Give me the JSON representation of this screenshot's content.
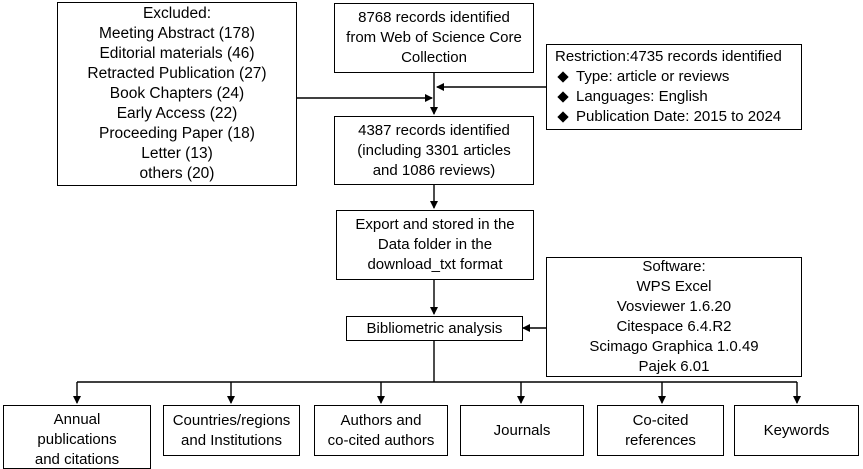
{
  "excluded": {
    "title": "Excluded:",
    "items": [
      "Meeting Abstract (178)",
      "Editorial materials (46)",
      "Retracted Publication (27)",
      "Book Chapters (24)",
      "Early Access (22)",
      "Proceeding Paper (18)",
      "Letter (13)",
      "others (20)"
    ]
  },
  "wos": {
    "lines": [
      "8768 records identified",
      "from Web of Science Core",
      "Collection"
    ]
  },
  "restriction": {
    "title": "Restriction:4735 records identified",
    "bullet_icon": "diamond-bullet-icon",
    "items": [
      "Type: article or reviews",
      "Languages: English",
      "Publication Date: 2015 to 2024"
    ]
  },
  "identified": {
    "lines": [
      "4387 records identified",
      "(including 3301 articles",
      "and 1086 reviews)"
    ]
  },
  "export": {
    "lines": [
      "Export and stored in the",
      "Data folder in the",
      "download_txt format"
    ]
  },
  "software": {
    "title": "Software:",
    "items": [
      "WPS Excel",
      "Vosviewer 1.6.20",
      "Citespace 6.4.R2",
      "Scimago Graphica 1.0.49",
      "Pajek 6.01"
    ]
  },
  "analysis": {
    "label": "Bibliometric analysis"
  },
  "outputs": [
    {
      "lines": [
        "Annual",
        "publications",
        "and citations"
      ]
    },
    {
      "lines": [
        "Countries/regions",
        "and Institutions"
      ]
    },
    {
      "lines": [
        "Authors and",
        "co-cited authors"
      ]
    },
    {
      "lines": [
        "Journals"
      ]
    },
    {
      "lines": [
        "Co-cited",
        "references"
      ]
    },
    {
      "lines": [
        "Keywords"
      ]
    }
  ]
}
